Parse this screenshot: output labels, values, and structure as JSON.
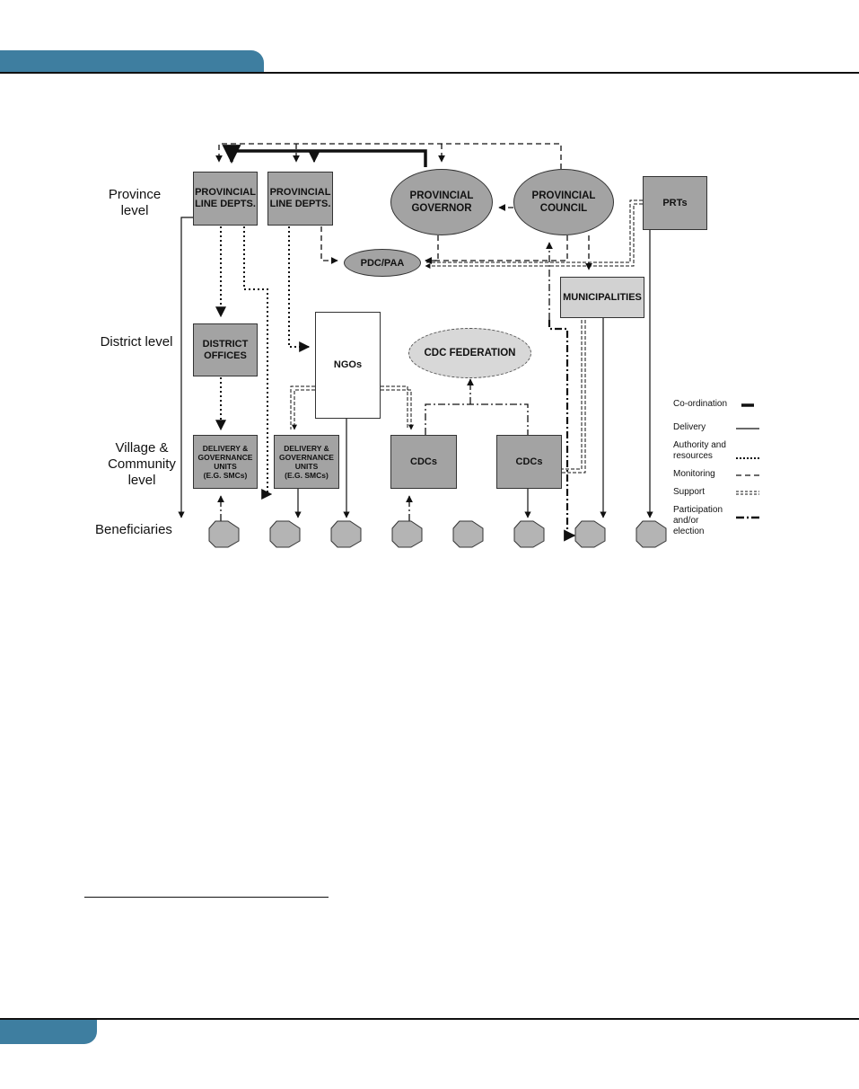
{
  "levels": {
    "province": "Province\nlevel",
    "district": "District level",
    "village": "Village &\nCommunity\nlevel",
    "beneficiaries": "Beneficiaries"
  },
  "nodes": {
    "pld1": "PROVINCIAL\nLINE DEPTS.",
    "pld2": "PROVINCIAL\nLINE DEPTS.",
    "governor": "PROVINCIAL\nGOVERNOR",
    "council": "PROVINCIAL\nCOUNCIL",
    "prts": "PRTs",
    "pdc": "PDC/PAA",
    "municipalities": "MUNICIPALITIES",
    "district_offices": "DISTRICT\nOFFICES",
    "ngos": "NGOs",
    "cdc_federation": "CDC FEDERATION",
    "dgu1": "DELIVERY &\nGOVERNANCE\nUNITS\n(E.G. SMCs)",
    "dgu2": "DELIVERY &\nGOVERNANCE\nUNITS\n(E.G. SMCs)",
    "cdcs1": "CDCs",
    "cdcs2": "CDCs"
  },
  "legend": {
    "coordination": "Co-ordination",
    "delivery": "Delivery",
    "authority": "Authority and\nresources",
    "monitoring": "Monitoring",
    "support": "Support",
    "participation": "Participation\nand/or\nelection"
  },
  "colors": {
    "header_tab": "#3e7ea0",
    "dark_box": "#a3a3a3",
    "light_box": "#d2d2d2",
    "beneficiary": "#b4b4b4"
  }
}
